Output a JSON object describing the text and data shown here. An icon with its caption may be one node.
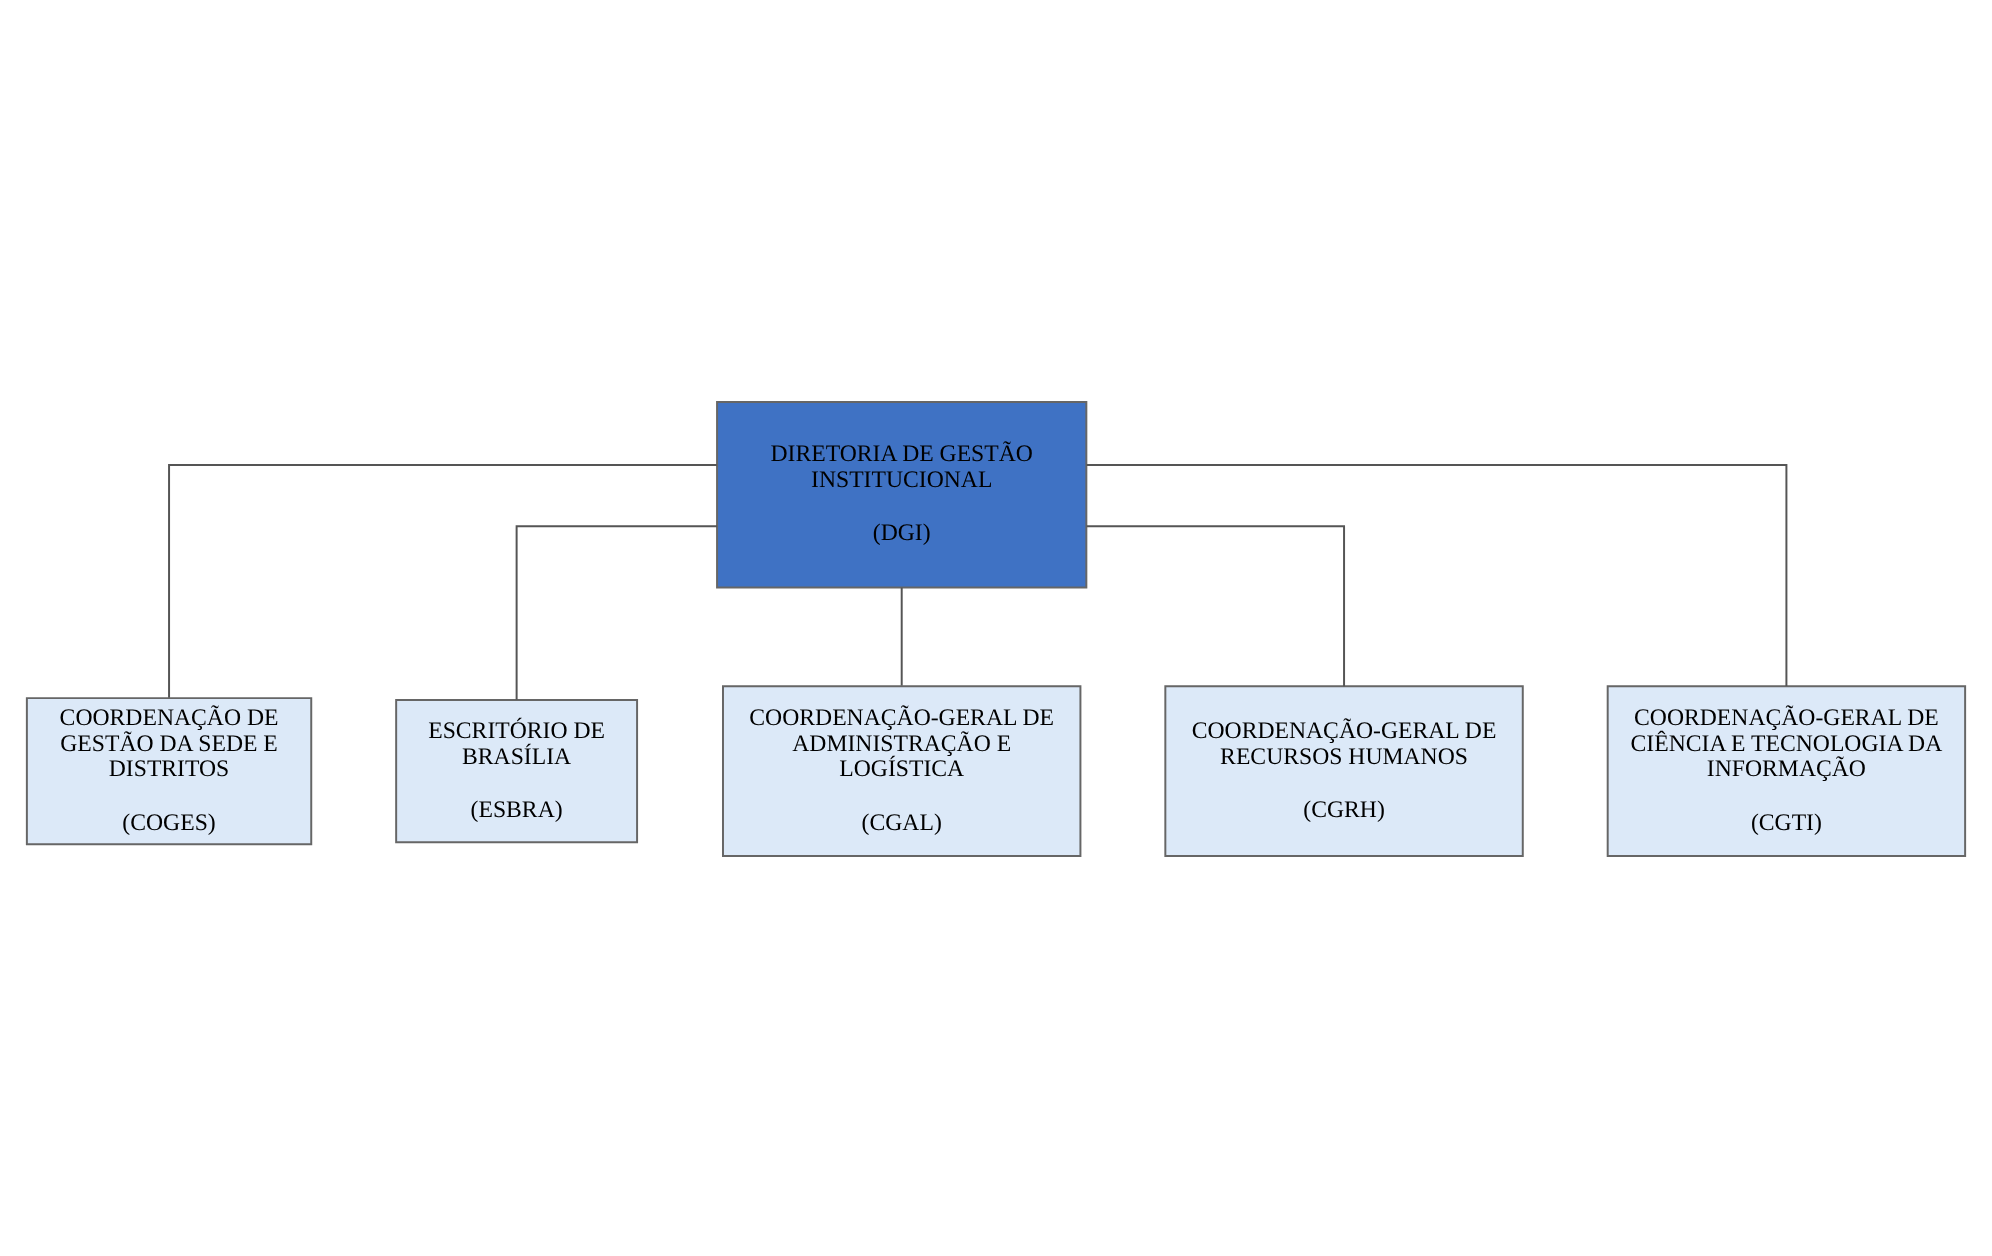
{
  "diagram": {
    "nodes": [
      {
        "text": [
          "DIRETORIA DE GESTÃO INSTITUCIONAL",
          "(DGI)"
        ]
      },
      {
        "text": [
          "COORDENAÇÃO DE GESTÃO DA SEDE E DISTRITOS",
          "(COGES)"
        ]
      },
      {
        "text": [
          "ESCRITÓRIO DE BRASÍLIA",
          "(ESBRA)"
        ]
      },
      {
        "text": [
          "COORDENAÇÃO-GERAL DE ADMINISTRAÇÃO E LOGÍSTICA",
          "(CGAL)"
        ]
      },
      {
        "text": [
          "COORDENAÇÃO-GERAL DE RECURSOS HUMANOS",
          "(CGRH)"
        ]
      },
      {
        "text": [
          "COORDENAÇÃO-GERAL DE CIÊNCIA E TECNOLOGIA DA INFORMAÇÃO",
          "(CGTI)"
        ]
      }
    ],
    "edges": [
      {
        "from": 0,
        "to": 1,
        "arrow": "none"
      },
      {
        "from": 0,
        "to": 2,
        "arrow": "none"
      },
      {
        "from": 0,
        "to": 3,
        "arrow": "none"
      },
      {
        "from": 0,
        "to": 4,
        "arrow": "none"
      },
      {
        "from": 0,
        "to": 5,
        "arrow": "none"
      }
    ]
  }
}
